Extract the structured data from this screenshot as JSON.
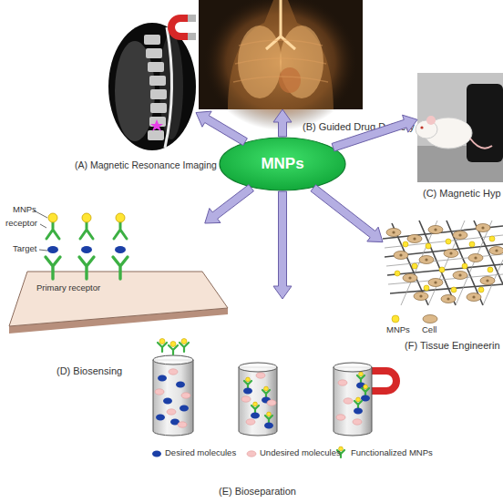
{
  "diagram": {
    "nodes": [
      {
        "text": [
          "(A) Magnetic Resonance Imaging"
        ]
      },
      {
        "text": [
          "(B) Guided Drug Delivery"
        ]
      },
      {
        "text": [
          "(C) Magnetic Hyp"
        ]
      },
      {
        "text": [
          "MNPs"
        ]
      },
      {
        "text": [
          "(D) Biosensing"
        ]
      },
      {
        "text": [
          "(F) Tissue Engineerin"
        ]
      },
      {
        "text": [
          "(E) Bioseparation"
        ]
      }
    ],
    "edges": [
      {
        "from": 3,
        "to": 0,
        "arrow": "to"
      },
      {
        "from": 3,
        "to": 1,
        "arrow": "to"
      },
      {
        "from": 3,
        "to": 2,
        "arrow": "to"
      },
      {
        "from": 3,
        "to": 4,
        "arrow": "to"
      },
      {
        "from": 3,
        "to": 5,
        "arrow": "to"
      },
      {
        "from": 3,
        "to": 6,
        "arrow": "to"
      }
    ],
    "labels": [
      "MNPs",
      "receptor",
      "Target",
      "Primary receptor",
      "MNPs",
      "Cell"
    ],
    "legend": [
      {
        "text": "Desired molecules"
      },
      {
        "text": "Undesired molecules"
      },
      {
        "text": "Functionalized MNPs"
      }
    ]
  }
}
